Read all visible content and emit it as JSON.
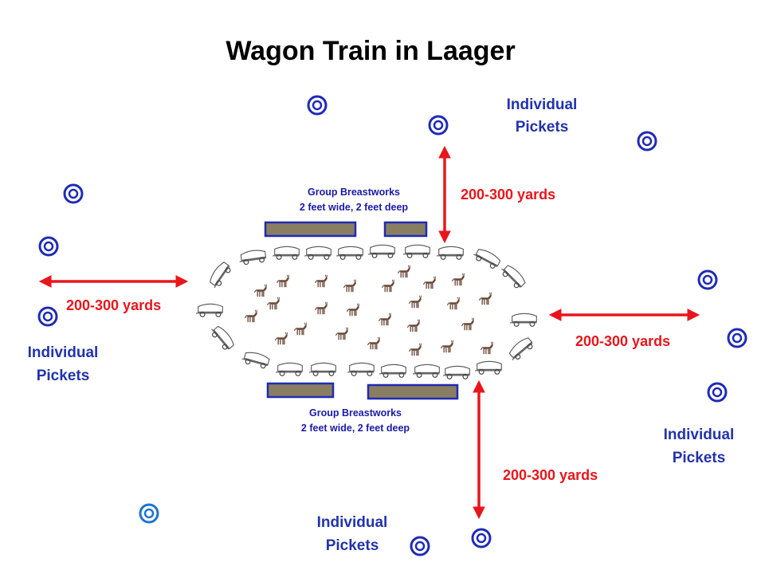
{
  "title": "Wagon Train in Laager",
  "pickets": {
    "label_line1": "Individual",
    "label_line2": "Pickets"
  },
  "breastworks": {
    "label_line1": "Group Breastworks",
    "label_line2": "2 feet wide, 2 feet deep"
  },
  "distance": {
    "label": "200-300 yards"
  },
  "colors": {
    "title": "#000000",
    "picket_label": "#2233aa",
    "breastwork_label": "#1a1aa6",
    "distance": "#e8161c",
    "breastwork_fill": "#8a7e62",
    "breastwork_border": "#1f2bb5",
    "picket_ring": "#1f2bb5",
    "picket_ring_alt": "#1e73d0",
    "wagon": "#555555",
    "mule": "#6b4a3a"
  },
  "icons": {
    "picket": "picket-target-icon",
    "wagon": "covered-wagon-icon",
    "mule": "mule-icon"
  }
}
